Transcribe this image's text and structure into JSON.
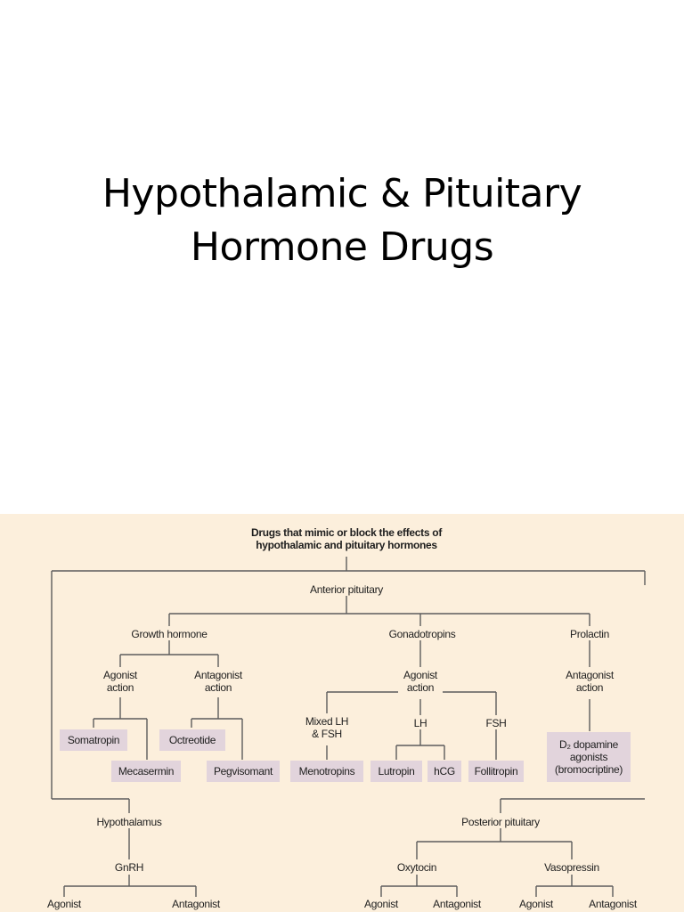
{
  "title": {
    "line1": "Hypothalamic & Pituitary",
    "line2": "Hormone Drugs"
  },
  "diagram": {
    "root_line1": "Drugs that mimic or block the effects of",
    "root_line2": "hypothalamic and pituitary hormones",
    "anterior_pituitary": "Anterior pituitary",
    "growth_hormone": "Growth hormone",
    "gonadotropins": "Gonadotropins",
    "prolactin": "Prolactin",
    "gh_agonist_line1": "Agonist",
    "gh_agonist_line2": "action",
    "gh_antagonist_line1": "Antagonist",
    "gh_antagonist_line2": "action",
    "gonad_agonist_line1": "Agonist",
    "gonad_agonist_line2": "action",
    "prolactin_antagonist_line1": "Antagonist",
    "prolactin_antagonist_line2": "action",
    "mixed_line1": "Mixed LH",
    "mixed_line2": "& FSH",
    "lh": "LH",
    "fsh": "FSH",
    "drugs": {
      "somatropin": "Somatropin",
      "mecasermin": "Mecasermin",
      "octreotide": "Octreotide",
      "pegvisomant": "Pegvisomant",
      "menotropins": "Menotropins",
      "lutropin": "Lutropin",
      "hcg": "hCG",
      "follitropin": "Follitropin",
      "d2_line1": "D₂ dopamine",
      "d2_line2": "agonists",
      "d2_line3": "(bromocriptine)"
    },
    "hypothalamus": "Hypothalamus",
    "gnrh": "GnRH",
    "gnrh_agonist": "Agonist",
    "gnrh_antagonist": "Antagonist",
    "posterior_pituitary": "Posterior pituitary",
    "oxytocin": "Oxytocin",
    "vasopressin": "Vasopressin",
    "oxytocin_agonist": "Agonist",
    "oxytocin_antagonist": "Antagonist",
    "vasopressin_agonist": "Agonist",
    "vasopressin_antagonist": "Antagonist"
  },
  "colors": {
    "diagram_background": "#fcefdc",
    "drug_box": "#e2d4dc",
    "connector": "#5c5c5c"
  }
}
